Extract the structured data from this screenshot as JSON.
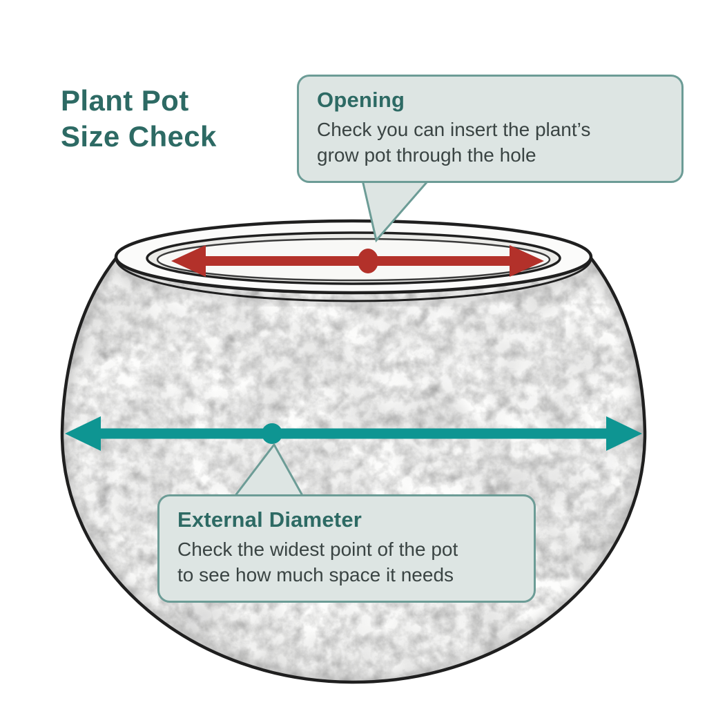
{
  "title": {
    "lines": [
      "Plant Pot",
      "Size Check"
    ]
  },
  "callouts": {
    "opening": {
      "heading": "Opening",
      "body_lines": [
        "Check you can insert the plant’s",
        "grow pot through the hole"
      ]
    },
    "external_diameter": {
      "heading": "External Diameter",
      "body_lines": [
        "Check the widest point of the pot",
        "to see how much space it needs"
      ]
    }
  },
  "colors": {
    "title_text": "#2d6a64",
    "callout_heading": "#2d6a64",
    "callout_body": "#3a4443",
    "callout_background": "#dde5e3",
    "callout_border": "#6c9c96",
    "opening_arrow": "#b3312a",
    "diameter_arrow": "#0e9592",
    "sketch_line": "#1f1f1f",
    "background": "#ffffff"
  }
}
